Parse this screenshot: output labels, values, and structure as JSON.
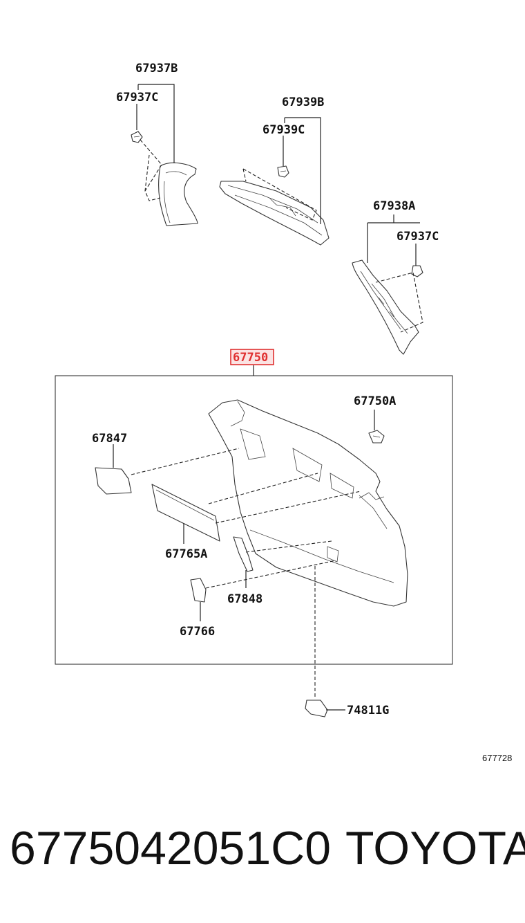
{
  "callouts": {
    "c67937B": "67937B",
    "c67937C_top": "67937C",
    "c67939B": "67939B",
    "c67939C": "67939C",
    "c67938A": "67938A",
    "c67937C_right": "67937C",
    "c67750": "67750",
    "c67750A": "67750A",
    "c67847": "67847",
    "c67765A": "67765A",
    "c67848": "67848",
    "c67766": "67766",
    "c74811G": "74811G"
  },
  "diagram_code": "677728",
  "footer": {
    "part_number": "6775042051C0",
    "brand": "TOYOTA"
  },
  "colors": {
    "highlight": "#e03030",
    "highlight_fill": "#fbe3e3",
    "line": "#222222"
  }
}
